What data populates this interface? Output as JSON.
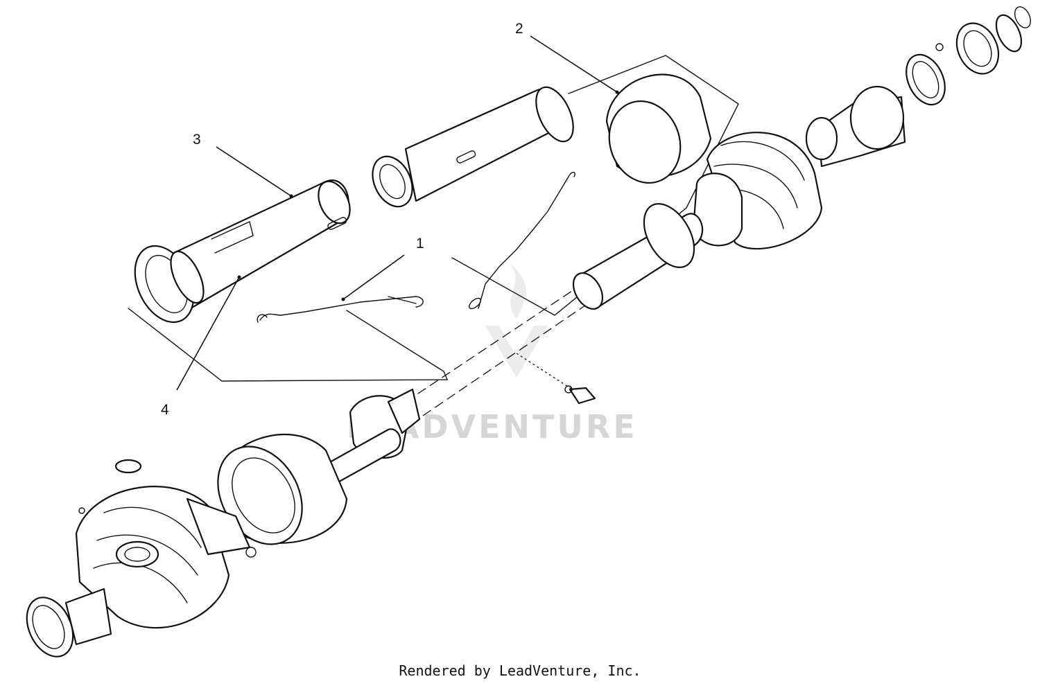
{
  "callouts": {
    "c1": "1",
    "c2": "2",
    "c3": "3",
    "c4": "4"
  },
  "watermark": "LEADVENTURE",
  "footer": "Rendered by LeadVenture, Inc.",
  "colors": {
    "line": "#111111",
    "watermark": "#d6d6d6",
    "background": "#ffffff"
  }
}
